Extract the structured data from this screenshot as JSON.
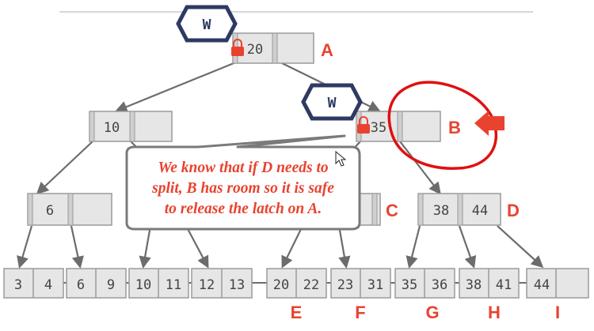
{
  "root": {
    "keys": [
      "20"
    ],
    "label": "A"
  },
  "level1": [
    {
      "id": "n10",
      "keys": [
        "10"
      ],
      "label": ""
    },
    {
      "id": "B",
      "keys": [
        "35"
      ],
      "label": "B"
    }
  ],
  "level2": [
    {
      "id": "n6",
      "keys": [
        "6"
      ],
      "label": ""
    },
    {
      "id": "C",
      "keys": [
        ""
      ],
      "label": "C"
    },
    {
      "id": "D",
      "keys": [
        "38",
        "44"
      ],
      "label": "D"
    }
  ],
  "leaves": [
    {
      "keys": [
        "3",
        "4"
      ],
      "label": ""
    },
    {
      "keys": [
        "6",
        "9"
      ],
      "label": ""
    },
    {
      "keys": [
        "10",
        "11"
      ],
      "label": ""
    },
    {
      "keys": [
        "12",
        "13"
      ],
      "label": ""
    },
    {
      "keys": [
        "20",
        "22"
      ],
      "label": "E"
    },
    {
      "keys": [
        "23",
        "31"
      ],
      "label": "F"
    },
    {
      "keys": [
        "35",
        "36"
      ],
      "label": "G"
    },
    {
      "keys": [
        "38",
        "41"
      ],
      "label": "H"
    },
    {
      "keys": [
        "44",
        ""
      ],
      "label": "I"
    }
  ],
  "latches": [
    {
      "mode": "W",
      "node": "A"
    },
    {
      "mode": "W",
      "node": "B"
    }
  ],
  "callout": {
    "lines": [
      "We know that if D needs to",
      "split, B has room so it is safe",
      "to release the latch on A."
    ]
  },
  "colors": {
    "accent_red": "#e8432f",
    "latch_navy": "#2f3a63",
    "node_fill": "#e6e6e6",
    "node_stroke": "#9a9a9a"
  }
}
